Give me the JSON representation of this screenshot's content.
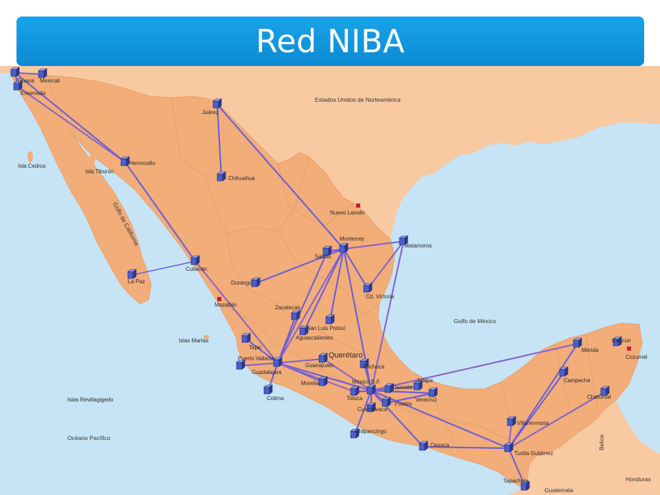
{
  "title": "Red NIBA",
  "map_labels": {
    "usa": "Estados Unidos de Norteamérica",
    "gulf_mexico": "Golfo de México",
    "gulf_california": "Golfo de California",
    "pacific": "Océano Pacífico",
    "belize": "Belice",
    "honduras": "Honduras",
    "guatemala": "Guatemala",
    "isla_cedros": "Isla Cedros",
    "isla_tiburon": "Isla Tiburón",
    "islas_marias": "Islas Marías",
    "islas_revillagigedo": "Islas Revillagigedo",
    "queretaro": "Querétaro"
  },
  "colors": {
    "sea": "#c6e4f5",
    "land_mexico": "#f2ad78",
    "land_other": "#f9c9a2",
    "link": "#6b5fd8",
    "link_alt": "#8a64c9",
    "node": "#4a5fc8"
  },
  "cities": [
    {
      "id": "tijuana",
      "label": "Tijuana"
    },
    {
      "id": "mexicali",
      "label": "Mexicali"
    },
    {
      "id": "ensenada",
      "label": "Ensenada"
    },
    {
      "id": "juarez",
      "label": "Juárez"
    },
    {
      "id": "hermosillo",
      "label": "Hermosillo"
    },
    {
      "id": "chihuahua",
      "label": "Chihuahua"
    },
    {
      "id": "nuevo_laredo",
      "label": "Nuevo Laredo"
    },
    {
      "id": "monterrey",
      "label": "Monterrey"
    },
    {
      "id": "matamoros",
      "label": "Matamoros"
    },
    {
      "id": "saltillo",
      "label": "Saltillo"
    },
    {
      "id": "culiacan",
      "label": "Culiacán"
    },
    {
      "id": "la_paz",
      "label": "La Paz"
    },
    {
      "id": "durango",
      "label": "Durango"
    },
    {
      "id": "cd_victoria",
      "label": "Cd. Victoria"
    },
    {
      "id": "mazatlan",
      "label": "Mazatlán"
    },
    {
      "id": "zacatecas",
      "label": "Zacatecas"
    },
    {
      "id": "slp",
      "label": "San Luis Potosí"
    },
    {
      "id": "aguascalientes",
      "label": "Aguascalientes"
    },
    {
      "id": "tepic",
      "label": "Tepic"
    },
    {
      "id": "puerto_vallarta",
      "label": "Puerto Vallarta"
    },
    {
      "id": "guadalajara",
      "label": "Guadalajara"
    },
    {
      "id": "guanajuato",
      "label": "Guanajuato"
    },
    {
      "id": "pachuca",
      "label": "Pachuca"
    },
    {
      "id": "morelia",
      "label": "Morelia"
    },
    {
      "id": "mexico_df",
      "label": "México D.F."
    },
    {
      "id": "tlaxcala",
      "label": "Tlaxcala"
    },
    {
      "id": "xalapa",
      "label": "Jalapa"
    },
    {
      "id": "veracruz",
      "label": "Veracruz"
    },
    {
      "id": "toluca",
      "label": "Toluca"
    },
    {
      "id": "puebla",
      "label": "Puebla"
    },
    {
      "id": "cuernavaca",
      "label": "Cuernavaca"
    },
    {
      "id": "colima",
      "label": "Colima"
    },
    {
      "id": "chilpancingo",
      "label": "Chilpancingo"
    },
    {
      "id": "oaxaca",
      "label": "Oaxaca"
    },
    {
      "id": "merida",
      "label": "Mérida"
    },
    {
      "id": "cancun",
      "label": "Cancún"
    },
    {
      "id": "cozumel",
      "label": "Cozumel"
    },
    {
      "id": "campeche",
      "label": "Campeche"
    },
    {
      "id": "chetumal",
      "label": "Chetumal"
    },
    {
      "id": "villahermosa",
      "label": "Villahermosa"
    },
    {
      "id": "tuxtla",
      "label": "Tuxtla Gutiérrez"
    },
    {
      "id": "tapachula",
      "label": "Tapachula"
    }
  ]
}
